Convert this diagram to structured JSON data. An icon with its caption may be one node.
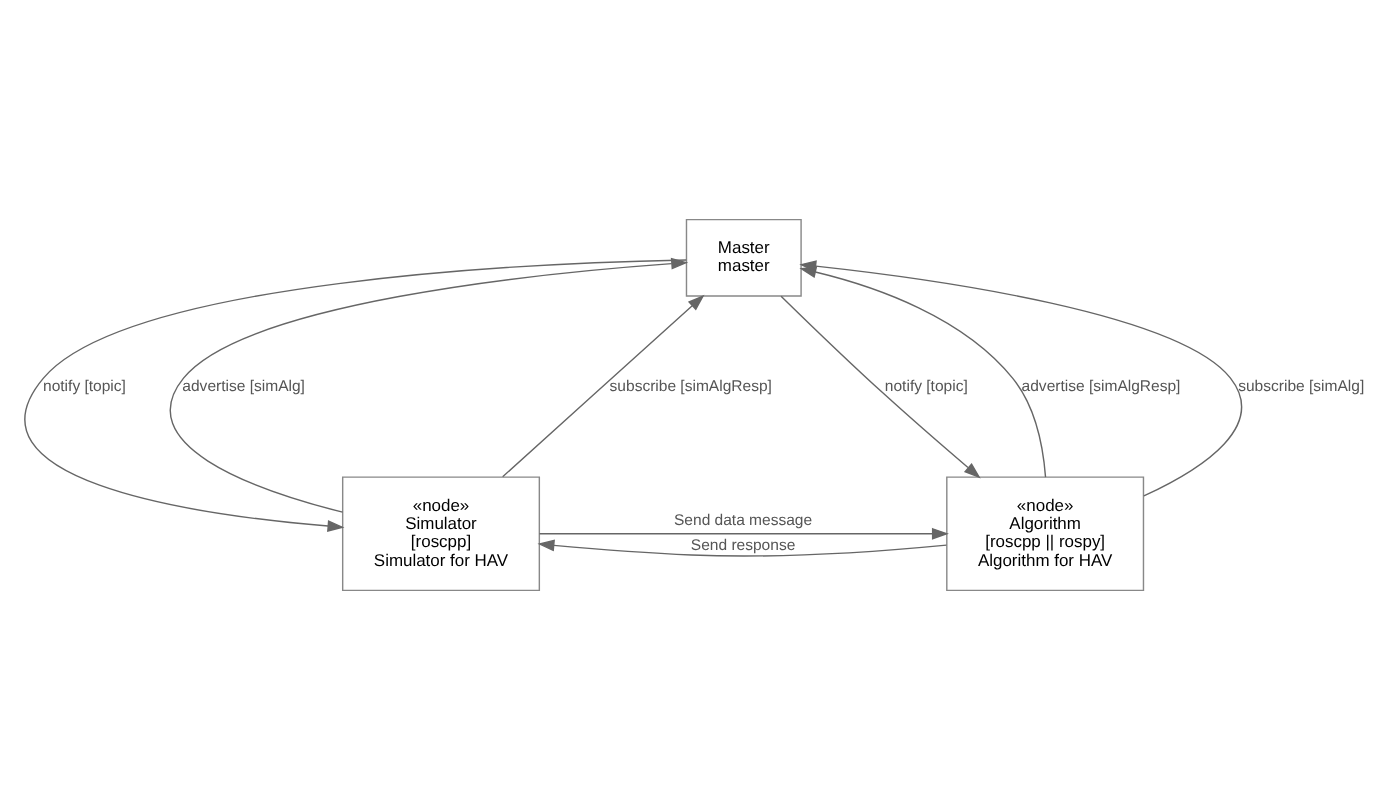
{
  "diagram": {
    "nodes": [
      {
        "text": [
          "Master",
          "master"
        ]
      },
      {
        "text": [
          "«node»",
          "Simulator",
          "[roscpp]",
          "Simulator for HAV"
        ]
      },
      {
        "text": [
          "«node»",
          "Algorithm",
          "[roscpp || rospy]",
          "Algorithm for HAV"
        ]
      }
    ],
    "edges": [
      {
        "from": 1,
        "to": 0,
        "arrow": "to",
        "label": "advertise [simAlg]"
      },
      {
        "from": 1,
        "to": 0,
        "arrow": "to",
        "label": "subscribe [simAlgResp]"
      },
      {
        "from": 0,
        "to": 1,
        "arrow": "to",
        "label": "notify [topic]"
      },
      {
        "from": 0,
        "to": 2,
        "arrow": "to",
        "label": "notify [topic]"
      },
      {
        "from": 2,
        "to": 0,
        "arrow": "to",
        "label": "advertise [simAlgResp]"
      },
      {
        "from": 2,
        "to": 0,
        "arrow": "to",
        "label": "subscribe [simAlg]"
      },
      {
        "from": 1,
        "to": 2,
        "arrow": "to",
        "label": "Send data message"
      },
      {
        "from": 2,
        "to": 1,
        "arrow": "to",
        "label": "Send response"
      }
    ]
  }
}
